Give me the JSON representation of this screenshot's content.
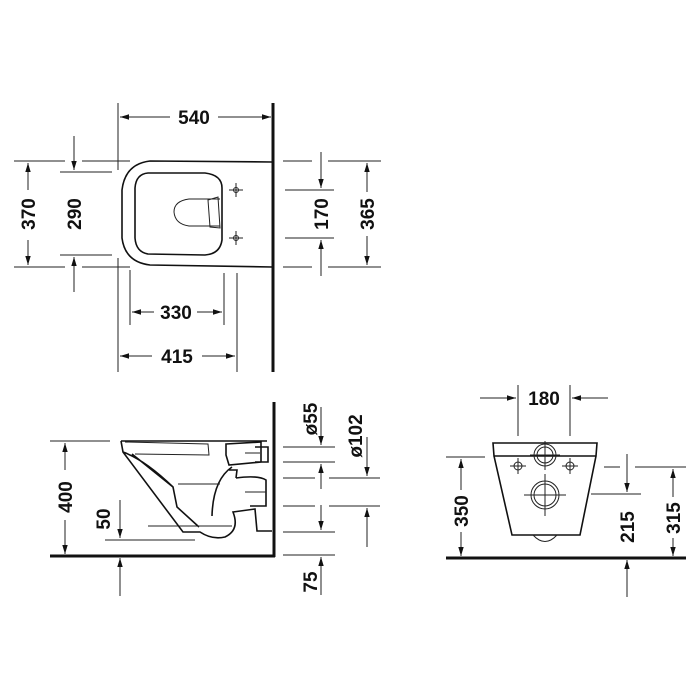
{
  "drawing": {
    "subject": "Wall-hung toilet technical drawing",
    "units": "mm",
    "background": "#ffffff",
    "line_color": "#111111"
  },
  "top_view": {
    "dimensions": {
      "overall_length": "540",
      "overall_width": "370",
      "seat_opening_width": "290",
      "fixing_hole_spacing": "170",
      "rear_width": "365",
      "bowl_front_to_hole": "330",
      "front_to_fixing": "415"
    }
  },
  "side_view": {
    "dimensions": {
      "rim_height": "400",
      "bowl_bottom_height": "50",
      "inlet_diameter": "ø55",
      "outlet_diameter": "ø102",
      "floor_offset": "75"
    }
  },
  "front_view": {
    "dimensions": {
      "fixing_spacing": "180",
      "height": "350",
      "outlet_height": "215",
      "inlet_height": "315"
    }
  }
}
